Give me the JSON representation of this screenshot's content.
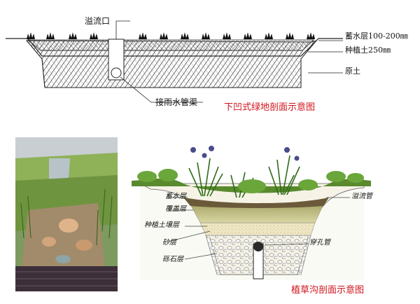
{
  "top_diagram": {
    "overflow_label": "溢流口",
    "layers": [
      "蓄水层100-200㎜",
      "种植土250㎜",
      "原土"
    ],
    "pipe_label": "接雨水管渠",
    "caption": "下凹式绿地剖面示意图"
  },
  "bottom_diagram": {
    "left_labels": [
      "蓄水层",
      "覆盖层",
      "种植土壤层",
      "砂层",
      "砾石层"
    ],
    "overflow_label": "溢流管",
    "pipe_label": "穿孔管",
    "caption": "植草沟剖面示意图"
  },
  "colors": {
    "caption": "#d0121b",
    "grass": "#5a8a2e",
    "soil": "#ddd89a",
    "sand": "#f0ead0",
    "gravel": "#d8d8d8"
  }
}
